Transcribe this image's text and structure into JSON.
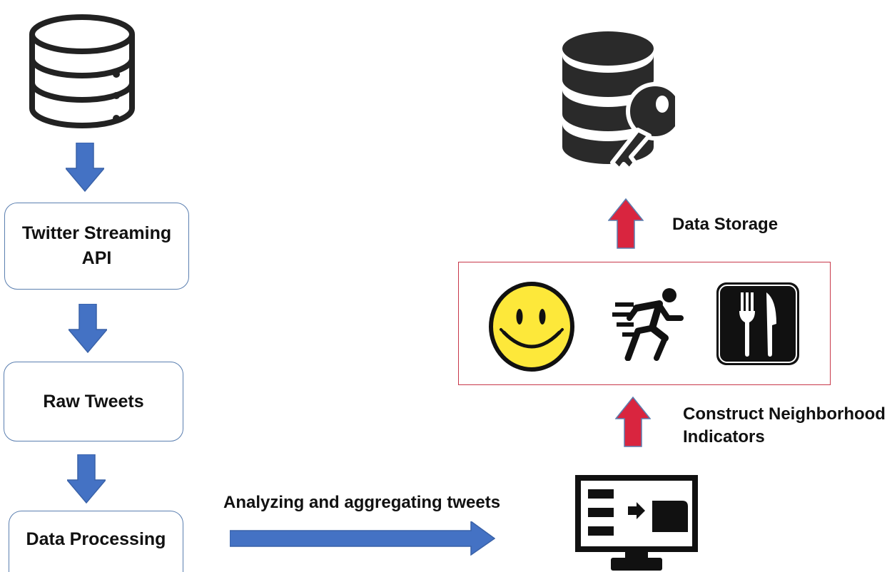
{
  "pipeline": {
    "steps": [
      {
        "label": "Twitter Streaming API"
      },
      {
        "label": "Raw Tweets"
      },
      {
        "label": "Data Processing"
      }
    ]
  },
  "labels": {
    "analyze": "Analyzing and aggregating tweets",
    "construct_line1": "Construct Neighborhood",
    "construct_line2": "Indicators",
    "storage": "Data Storage"
  },
  "icons": {
    "source": "database-icon",
    "storage": "database-key-icon",
    "indicators": [
      "smiley-face-icon",
      "running-person-icon",
      "fork-knife-icon"
    ],
    "processing": "computer-monitor-icon"
  },
  "colors": {
    "blue_arrow": "#4472c4",
    "red_arrow": "#d9253f",
    "box_border": "#5b7fb0",
    "indicator_border": "#c8384a"
  }
}
